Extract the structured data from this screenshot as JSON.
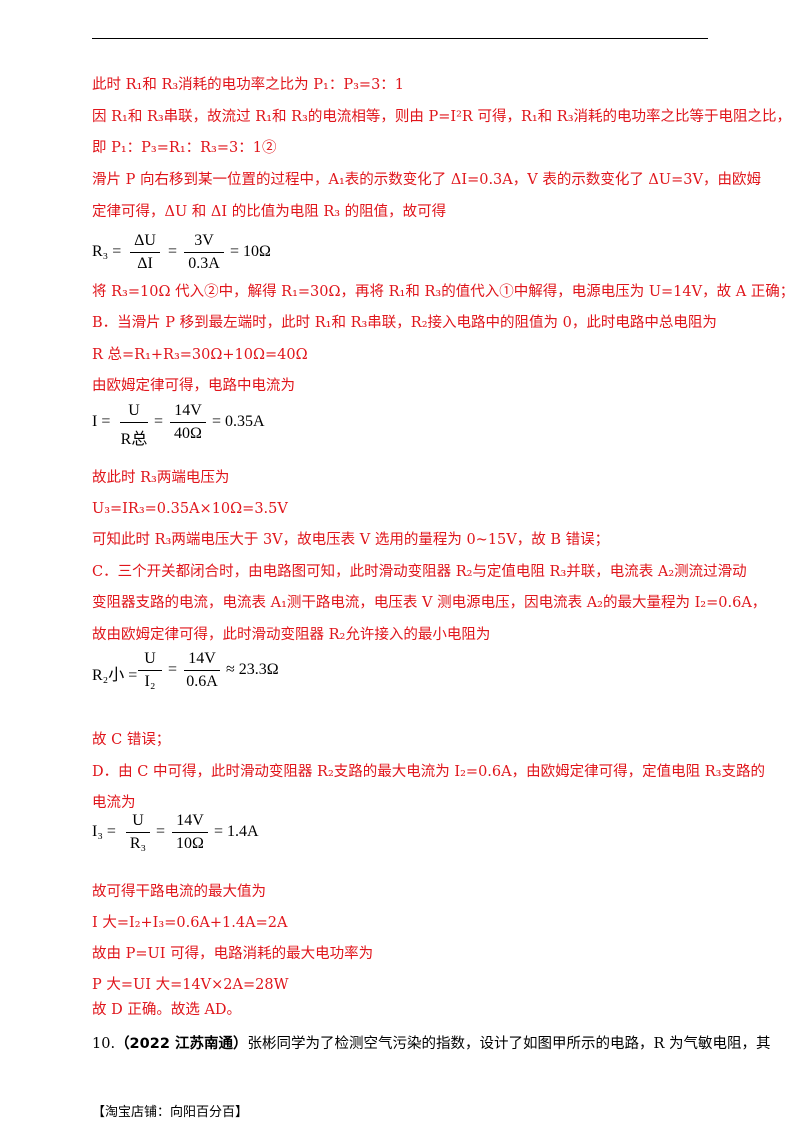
{
  "lines": {
    "l1": "此时 R₁和 R₃消耗的电功率之比为 P₁：P₃=3：1",
    "l2": "因 R₁和 R₃串联，故流过 R₁和 R₃的电流相等，则由 P=I²R 可得，R₁和 R₃消耗的电功率之比等于电阻之比，",
    "l3": "即 P₁：P₃=R₁：R₃=3：1②",
    "l4": "滑片 P 向右移到某一位置的过程中，A₁表的示数变化了 ΔI=0.3A，V 表的示数变化了 ΔU=3V，由欧姆",
    "l5": "定律可得，ΔU 和 ΔI 的比值为电阻 R₃ 的阻值，故可得",
    "l6": "将 R₃=10Ω 代入②中，解得 R₁=30Ω，再将 R₁和 R₃的值代入①中解得，电源电压为 U=14V，故 A 正确；",
    "l7": "B．当滑片 P 移到最左端时，此时 R₁和 R₃串联，R₂接入电路中的阻值为 0，此时电路中总电阻为",
    "l8": "R 总=R₁+R₃=30Ω+10Ω=40Ω",
    "l9": "由欧姆定律可得，电路中电流为",
    "l10": "故此时 R₃两端电压为",
    "l11": "U₃=IR₃=0.35A×10Ω=3.5V",
    "l12": "可知此时 R₃两端电压大于 3V，故电压表 V 选用的量程为 0~15V，故 B 错误；",
    "l13": "C．三个开关都闭合时，由电路图可知，此时滑动变阻器 R₂与定值电阻 R₃并联，电流表 A₂测流过滑动",
    "l14": "变阻器支路的电流，电流表 A₁测干路电流，电压表 V 测电源电压，因电流表 A₂的最大量程为 I₂=0.6A，",
    "l15": "故由欧姆定律可得，此时滑动变阻器 R₂允许接入的最小电阻为",
    "l16": "故 C 错误；",
    "l17": "D．由 C 中可得，此时滑动变阻器 R₂支路的最大电流为 I₂=0.6A，由欧姆定律可得，定值电阻 R₃支路的",
    "l18": "电流为",
    "l19": "故可得干路电流的最大值为",
    "l20": "I 大=I₂+I₃=0.6A+1.4A=2A",
    "l21": "故由 P=UI 可得，电路消耗的最大电功率为",
    "l22": "P 大=UI 大=14V×2A=28W",
    "l23": "故 D 正确。故选 AD。"
  },
  "equations": {
    "e1": {
      "lhs": "R₃ =",
      "n1": "ΔU",
      "d1": "ΔI",
      "n2": "3V",
      "d2": "0.3A",
      "rhs": "= 10Ω"
    },
    "e2": {
      "lhs": "I =",
      "n1": "U",
      "d1": "R总",
      "n2": "14V",
      "d2": "40Ω",
      "rhs": "= 0.35A"
    },
    "e3": {
      "lhs": "R₂小 =",
      "n1": "U",
      "d1": "I₂",
      "n2": "14V",
      "d2": "0.6A",
      "rhs": "≈ 23.3Ω"
    },
    "e4": {
      "lhs": "I₃ =",
      "n1": "U",
      "d1": "R₃",
      "n2": "14V",
      "d2": "10Ω",
      "rhs": "= 1.4A"
    }
  },
  "question": {
    "number": "10.",
    "source": "（2022 江苏南通）",
    "text": "张彬同学为了检测空气污染的指数，设计了如图甲所示的电路，R 为气敏电阻，其"
  },
  "footer": "【淘宝店铺：向阳百分百】"
}
